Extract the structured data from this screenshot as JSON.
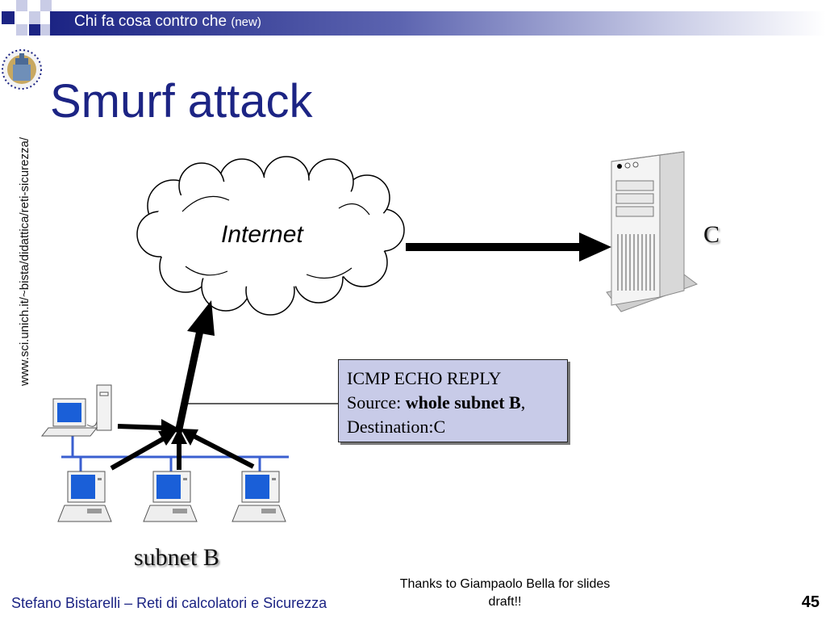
{
  "header": {
    "title": "Chi fa cosa contro che",
    "title_suffix": "(new)"
  },
  "slide": {
    "title": "Smurf attack",
    "side_url": "www.sci.unich.it/~bista/didattica/reti-sicurezza/"
  },
  "diagram": {
    "cloud_label": "Internet",
    "target_label": "C",
    "subnet_label": "subnet B",
    "infobox": {
      "line1": "ICMP ECHO REPLY",
      "source_prefix": "Source: ",
      "source_value": "whole subnet B",
      "source_suffix": ",",
      "line3": "Destination:C"
    }
  },
  "footer": {
    "author": "Stefano Bistarelli – Reti di calcolatori e Sicurezza",
    "credit": "Thanks to Giampaolo Bella for slides draft!!",
    "page_number": "45"
  },
  "colors": {
    "accent": "#1c2484",
    "infobox_bg": "#c8cbe8",
    "screen_blue": "#1a5fd8",
    "network_line": "#3a5fd0"
  }
}
